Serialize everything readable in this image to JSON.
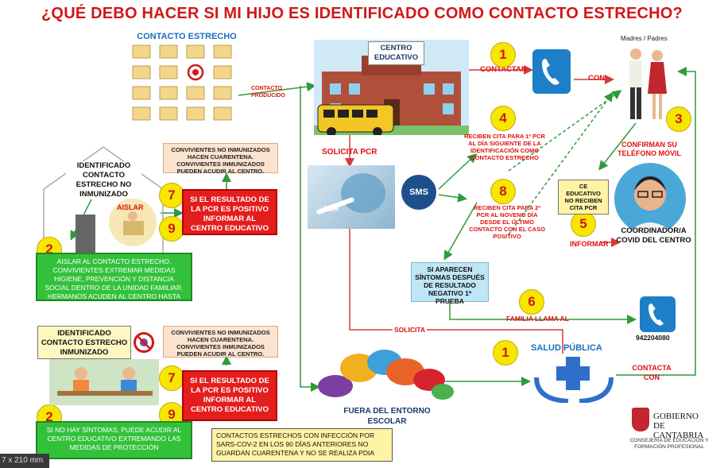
{
  "title": "¿QUÉ DEBO HACER SI MI HIJO ES IDENTIFICADO COMO CONTACTO ESTRECHO?",
  "contacto_estrecho_label": "CONTACTO ESTRECHO",
  "contacto_producido": "CONTACTO PRODUCIDO",
  "centro_educativo": "CENTRO EDUCATIVO",
  "solicita_pcr": "SOLICITA PCR",
  "pcr_label": "PCR",
  "sms_label": "SMS",
  "contactan": "CONTACTAN",
  "con": "CON",
  "madres_padres": "Madres / Padres",
  "confirman": "CONFIRMAN SU TELÉFONO MÓVIL",
  "reciben_cita_1": "RECIBEN CITA PARA 1ª PCR AL DÍA SIGUIENTE DE LA IDENTIFICACIÓN COMO CONTACTO ESTRECHO",
  "reciben_cita_2": "RECIBEN CITA PARA 2ª PCR AL NOVENO DÍA DESDE EL ÚLTIMO CONTACTO CON EL CASO POSITIVO",
  "ce_no_reciben": "CE EDUCATIVO NO RECIBEN CITA PCR",
  "informar": "INFORMAR",
  "coordinador": "COORDINADOR/A COVID DEL CENTRO",
  "sintomas_box": "SI APARECEN SÍNTOMAS DESPUÉS DE RESULTADO NEGATIVO 1ª PRUEBA",
  "familia_llama": "FAMILIA LLAMA AL",
  "phone_number": "942204080",
  "solicita": "SOLICITA",
  "salud_publica": "SALUD PÚBLICA",
  "contacta_con": "CONTACTA CON",
  "fuera_entorno": "FUERA DEL ENTORNO ESCOLAR",
  "gobierno": "GOBIERNO DE CANTABRIA",
  "consejeria": "CONSEJERÍA DE EDUCACIÓN Y FORMACIÓN PROFESIONAL",
  "id_no_inmunizado": "IDENTIFICADO CONTACTO ESTRECHO NO INMUNIZADO",
  "aislar": "AISLAR",
  "convivientes_text": "CONVIVIENTES NO INMUNIZADOS HACEN CUARENTENA. CONVIVIENTES INMUNIZADOS PUEDEN ACUDIR AL CENTRO.",
  "pcr_positivo": "SI EL RESULTADO DE LA PCR ES POSITIVO INFORMAR AL CENTRO EDUCATIVO",
  "aislar_green": "AISLAR AL CONTACTO ESTRECHO. CONVIVIENTES EXTREMAR MEDIDAS HIGIENE, PREVENCIÓN Y DISTANCIA SOCIAL DENTRO DE LA UNIDAD FAMILIAR. HERMANOS ACUDEN AL CENTRO HASTA RESULTADO PCR",
  "id_inmunizado": "IDENTIFICADO CONTACTO ESTRECHO INMUNIZADO",
  "no_sintomas_green": "SI NO HAY SÍNTOMAS, PUEDE ACUDIR AL CENTRO EDUCATIVO EXTREMANDO LAS MEDIDAS DE PROTECCIÓN",
  "infeccion_note": "CONTACTOS ESTRECHOS CON INFECCIÓN POR SARS-COV-2 EN LOS 90 DÍAS ANTERIORES NO GUARDAN CUARENTENA Y NO SE REALIZA PDIA",
  "size_label": "7 x 210 mm",
  "numbers": {
    "n1": "1",
    "n2": "2",
    "n3": "3",
    "n4": "4",
    "n5": "5",
    "n6": "6",
    "n7": "7",
    "n8": "8",
    "n9": "9"
  },
  "colors": {
    "title_red": "#d01818",
    "circle_yellow": "#f7e600",
    "box_red": "#e41d1d",
    "box_green": "#33c13c",
    "arrow_green": "#2e9b3a",
    "arrow_red": "#d43a3a",
    "phone_blue": "#1e7fc9"
  }
}
